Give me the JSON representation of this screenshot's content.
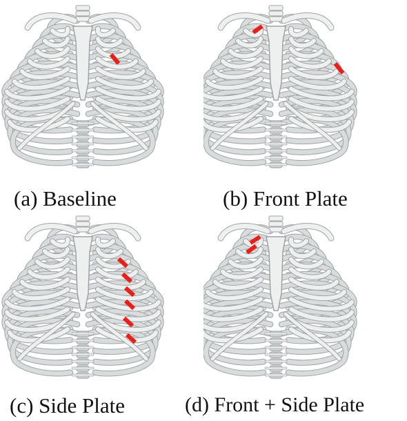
{
  "figure": {
    "panels": [
      {
        "id": "a",
        "caption": "(a) Baseline",
        "plates": "baseline"
      },
      {
        "id": "b",
        "caption": "(b) Front Plate",
        "plates": "front"
      },
      {
        "id": "c",
        "caption": "(c) Side Plate",
        "plates": "side"
      },
      {
        "id": "d",
        "caption": "(d) Front + Side Plate",
        "plates": "front-side"
      }
    ],
    "colors": {
      "bone": "#d9dcdc",
      "bone_light": "#eef0f0",
      "bone_outline": "#9ea3a5",
      "plate": "#e8201c"
    }
  }
}
